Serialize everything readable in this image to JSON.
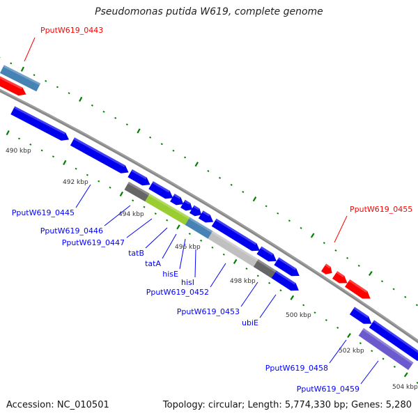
{
  "title": "Pseudomonas putida W619, complete genome",
  "footer": {
    "accession": "Accession: NC_010501",
    "summary": "Topology: circular; Length: 5,774,330 bp; Genes: 5,280"
  },
  "colors": {
    "backbone": "#888888",
    "tick": "#008000",
    "gene_forward": "#0000ee",
    "gene_reverse": "#ff0000",
    "label_forward": "#0000ff",
    "label_reverse": "#ff0000",
    "steelblue": "#4682b4",
    "green": "#9acd32",
    "dark_gray": "#666666",
    "light_gray": "#c0c0c0",
    "lavender": "#6a5acd"
  },
  "kbp_labels": [
    "490 kbp",
    "492 kbp",
    "494 kbp",
    "496 kbp",
    "498 kbp",
    "500 kbp",
    "502 kbp",
    "504 kbp"
  ],
  "gene_labels": [
    {
      "text": "PputW619_0443",
      "strand": "reverse"
    },
    {
      "text": "PputW619_0455",
      "strand": "reverse"
    },
    {
      "text": "PputW619_0445",
      "strand": "forward"
    },
    {
      "text": "PputW619_0446",
      "strand": "forward"
    },
    {
      "text": "PputW619_0447",
      "strand": "forward"
    },
    {
      "text": "tatB",
      "strand": "forward"
    },
    {
      "text": "tatA",
      "strand": "forward"
    },
    {
      "text": "hisE",
      "strand": "forward"
    },
    {
      "text": "hisI",
      "strand": "forward"
    },
    {
      "text": "PputW619_0452",
      "strand": "forward"
    },
    {
      "text": "PputW619_0453",
      "strand": "forward"
    },
    {
      "text": "ubiE",
      "strand": "forward"
    },
    {
      "text": "PputW619_0458",
      "strand": "forward"
    },
    {
      "text": "PputW619_0459",
      "strand": "forward"
    }
  ]
}
